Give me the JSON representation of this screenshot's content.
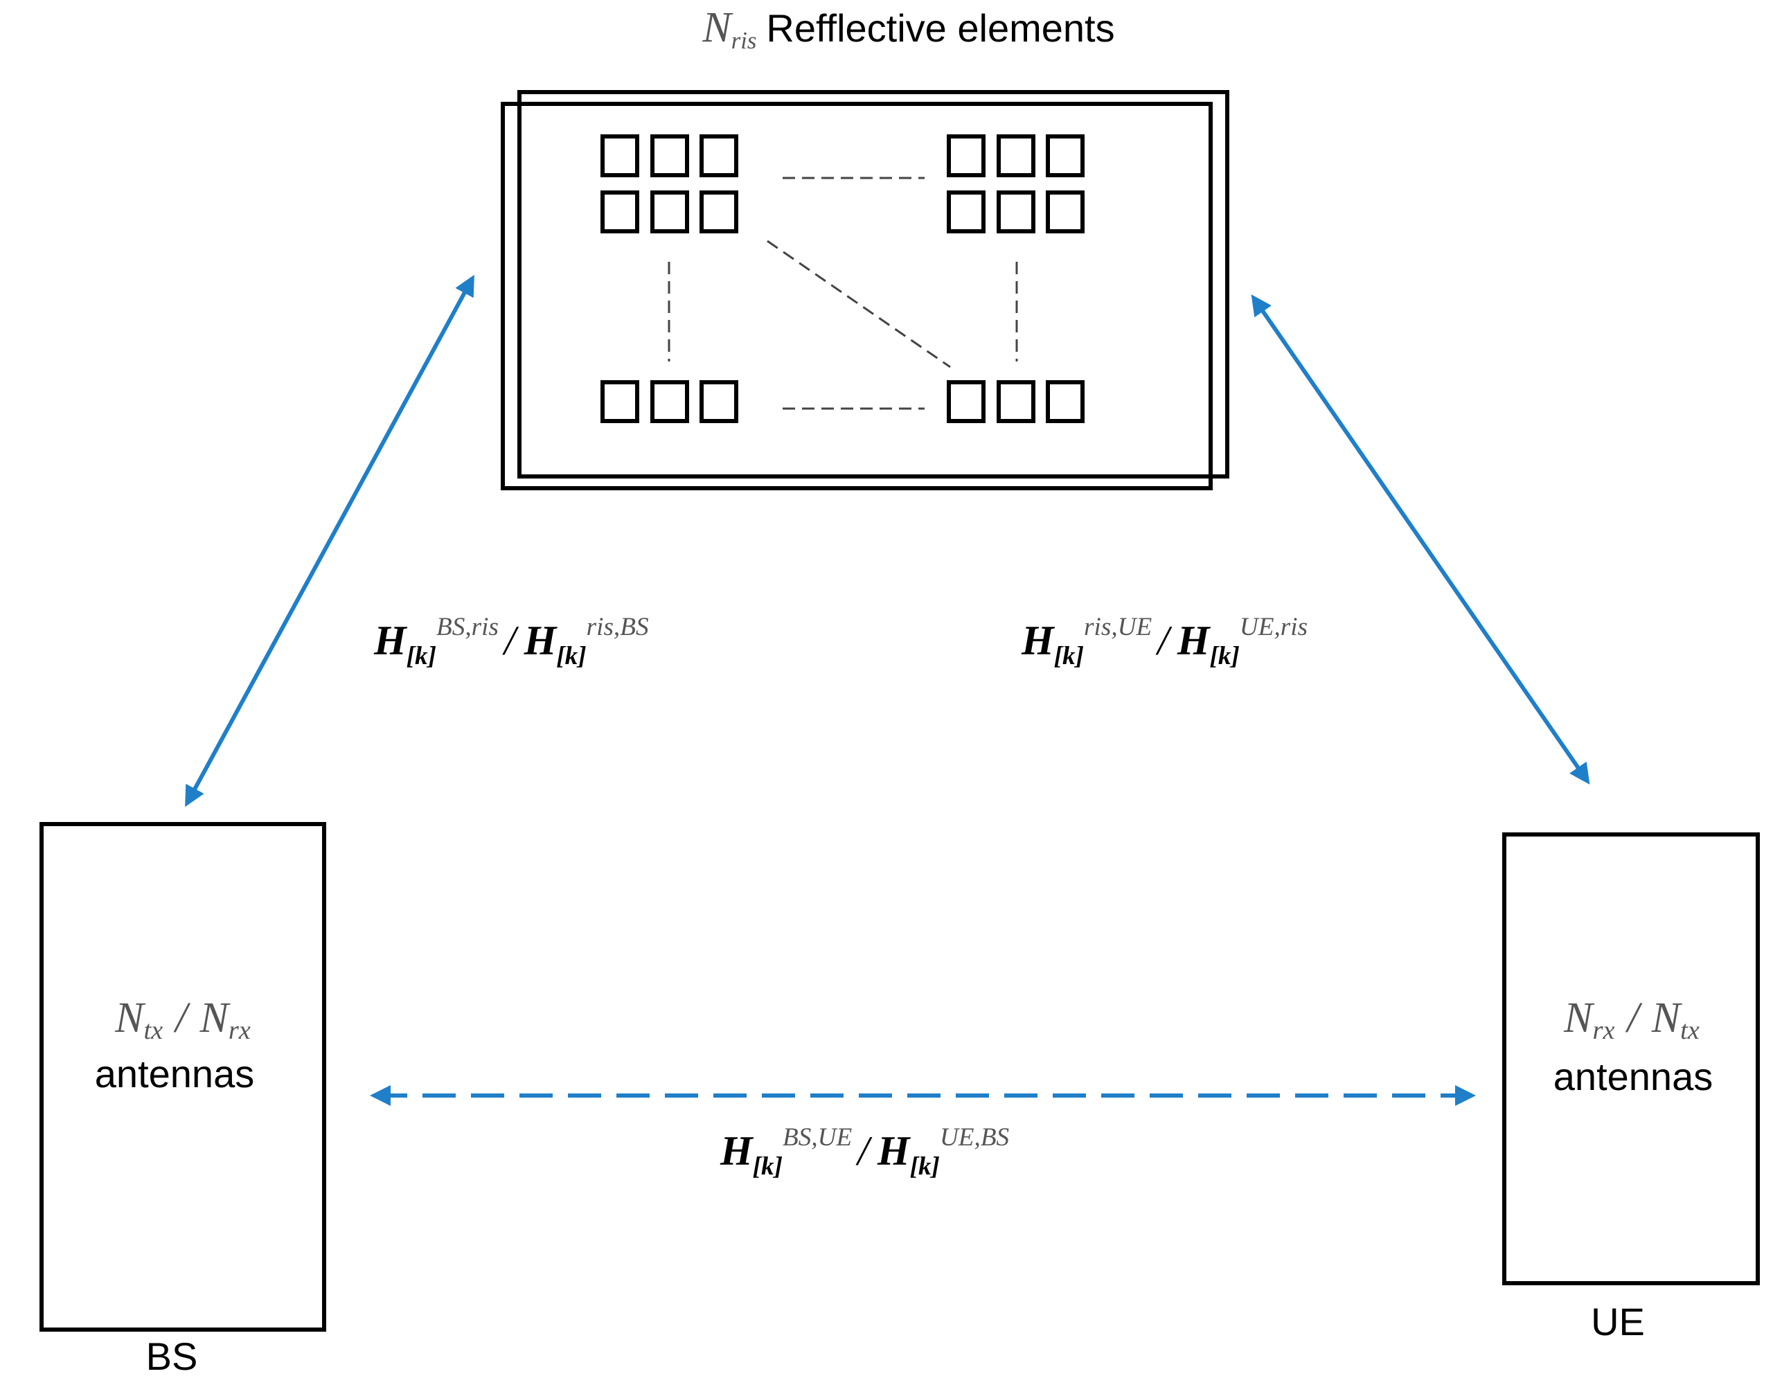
{
  "ris": {
    "title_symbol": "N",
    "title_sub": "ris",
    "title_text": "Refflective elements"
  },
  "bs": {
    "label": "BS",
    "ant_n1": "N",
    "ant_sub1": "tx",
    "ant_slash": "/",
    "ant_n2": "N",
    "ant_sub2": "rx",
    "ant_text": "antennas"
  },
  "ue": {
    "label": "UE",
    "ant_n1": "N",
    "ant_sub1": "rx",
    "ant_slash": "/",
    "ant_n2": "N",
    "ant_sub2": "tx",
    "ant_text": "antennas"
  },
  "channels": {
    "bs_ris": {
      "h1": "H",
      "k1": "[k]",
      "sup1": "BS,ris",
      "slash": "/",
      "h2": "H",
      "k2": "[k]",
      "sup2": "ris,BS"
    },
    "ris_ue": {
      "h1": "H",
      "k1": "[k]",
      "sup1": "ris,UE",
      "slash": "/",
      "h2": "H",
      "k2": "[k]",
      "sup2": "UE,ris"
    },
    "bs_ue": {
      "h1": "H",
      "k1": "[k]",
      "sup1": "BS,UE",
      "slash": "/",
      "h2": "H",
      "k2": "[k]",
      "sup2": "UE,BS"
    }
  },
  "colors": {
    "link": "#1f7fc9",
    "stroke": "#000000"
  }
}
